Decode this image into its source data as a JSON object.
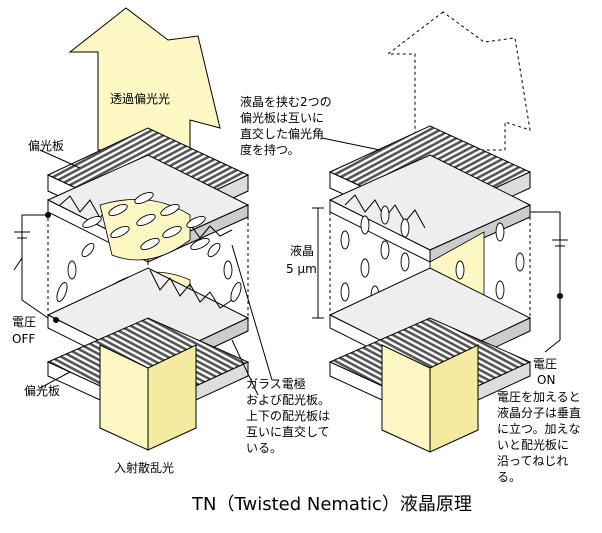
{
  "title": "TN（Twisted Nematic）液晶原理",
  "left": {
    "transmitted_light": "透過偏光光",
    "polarizer_top": "偏光板",
    "voltage_label": "電圧",
    "voltage_state": "OFF",
    "polarizer_bottom": "偏光板",
    "incident_light": "入射散乱光",
    "electrode_note": [
      "ガラス電極",
      "および配光板。",
      "上下の配光板は",
      "互いに直交して",
      "いる。"
    ]
  },
  "right": {
    "polarizer_note": [
      "液晶を挟む2つの",
      "偏光板は互いに",
      "直交した偏光角",
      "度を持つ。"
    ],
    "thickness_label": "液晶",
    "thickness_value": "5 μm",
    "voltage_label": "電圧",
    "voltage_state": "ON",
    "on_note": [
      "電圧を加えると",
      "液晶分子は垂直",
      "に立つ。加えな",
      "いと配光板に",
      "沿ってねじれ",
      "る。"
    ]
  },
  "colors": {
    "light": "#fdf7c3",
    "hatch": "#555555",
    "glass": "#e6e6e6",
    "line": "#000000"
  }
}
